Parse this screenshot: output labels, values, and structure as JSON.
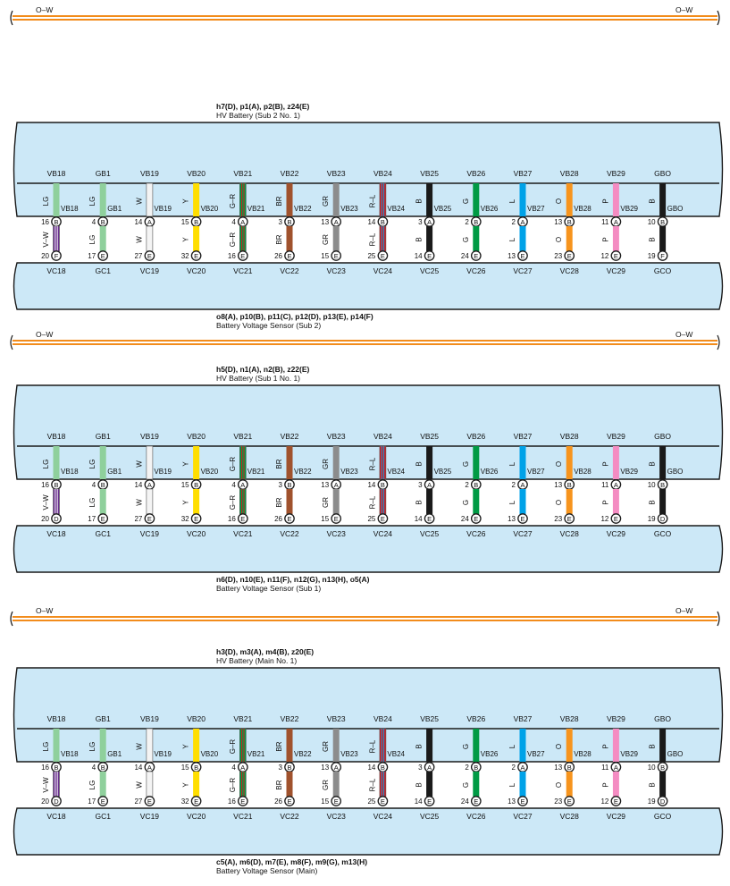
{
  "ow_label": "O–W",
  "colors": {
    "panel_fill": "#cce8f7",
    "outline": "#1a1a1a",
    "harness_orange": "#f28c1c",
    "LG": "#8fd09c",
    "W": "#f4f4f4",
    "Y": "#ffde00",
    "G": "#009a44",
    "R": "#d7191c",
    "BR": "#a0522d",
    "GR": "#8c8c8c",
    "L": "#00a2e8",
    "B": "#1a1a1a",
    "O": "#f7941d",
    "P": "#f48cc2",
    "V": "#6a2d91"
  },
  "blocks": [
    {
      "hv_refs": "h7(D), p1(A), p2(B), z24(E)",
      "hv_name": "HV Battery (Sub 2 No.  1)",
      "bvs_refs": "o8(A), p10(B), p11(C), p12(D), p13(E), p14(F)",
      "bvs_name": "Battery Voltage Sensor (Sub 2)",
      "wires": [
        {
          "vb": "VB18",
          "vb_in": "VB18",
          "pin_top": "16",
          "con_top": "B",
          "wire_top": "LG",
          "wire_bot": "V–W",
          "pin_bot": "20",
          "con_bot": "F",
          "vc": "VC18",
          "fill_top": "LG",
          "fill_bot": "V",
          "stripe_bot": "W"
        },
        {
          "vb": "GB1",
          "vb_in": "GB1",
          "pin_top": "4",
          "con_top": "B",
          "wire_top": "LG",
          "wire_bot": "LG",
          "pin_bot": "17",
          "con_bot": "E",
          "vc": "GC1",
          "fill_top": "LG",
          "fill_bot": "LG"
        },
        {
          "vb": "VB19",
          "vb_in": "VB19",
          "pin_top": "14",
          "con_top": "A",
          "wire_top": "W",
          "wire_bot": "W",
          "pin_bot": "27",
          "con_bot": "E",
          "vc": "VC19",
          "fill_top": "W",
          "fill_bot": "W"
        },
        {
          "vb": "VB20",
          "vb_in": "VB20",
          "pin_top": "15",
          "con_top": "B",
          "wire_top": "Y",
          "wire_bot": "Y",
          "pin_bot": "32",
          "con_bot": "E",
          "vc": "VC20",
          "fill_top": "Y",
          "fill_bot": "Y"
        },
        {
          "vb": "VB21",
          "vb_in": "VB21",
          "pin_top": "4",
          "con_top": "A",
          "wire_top": "G–R",
          "wire_bot": "G–R",
          "pin_bot": "16",
          "con_bot": "E",
          "vc": "VC21",
          "fill_top": "G",
          "stripe_top": "R",
          "fill_bot": "G",
          "stripe_bot": "R"
        },
        {
          "vb": "VB22",
          "vb_in": "VB22",
          "pin_top": "3",
          "con_top": "B",
          "wire_top": "BR",
          "wire_bot": "BR",
          "pin_bot": "26",
          "con_bot": "E",
          "vc": "VC22",
          "fill_top": "BR",
          "fill_bot": "BR"
        },
        {
          "vb": "VB23",
          "vb_in": "VB23",
          "pin_top": "13",
          "con_top": "A",
          "wire_top": "GR",
          "wire_bot": "GR",
          "pin_bot": "15",
          "con_bot": "E",
          "vc": "VC23",
          "fill_top": "GR",
          "fill_bot": "GR"
        },
        {
          "vb": "VB24",
          "vb_in": "VB24",
          "pin_top": "14",
          "con_top": "B",
          "wire_top": "R–L",
          "wire_bot": "R–L",
          "pin_bot": "25",
          "con_bot": "E",
          "vc": "VC24",
          "fill_top": "R",
          "stripe_top": "L",
          "fill_bot": "R",
          "stripe_bot": "L"
        },
        {
          "vb": "VB25",
          "vb_in": "VB25",
          "pin_top": "3",
          "con_top": "A",
          "wire_top": "B",
          "wire_bot": "B",
          "pin_bot": "14",
          "con_bot": "E",
          "vc": "VC25",
          "fill_top": "B",
          "fill_bot": "B"
        },
        {
          "vb": "VB26",
          "vb_in": "VB26",
          "pin_top": "2",
          "con_top": "B",
          "wire_top": "G",
          "wire_bot": "G",
          "pin_bot": "24",
          "con_bot": "E",
          "vc": "VC26",
          "fill_top": "G",
          "fill_bot": "G"
        },
        {
          "vb": "VB27",
          "vb_in": "VB27",
          "pin_top": "2",
          "con_top": "A",
          "wire_top": "L",
          "wire_bot": "L",
          "pin_bot": "13",
          "con_bot": "E",
          "vc": "VC27",
          "fill_top": "L",
          "fill_bot": "L"
        },
        {
          "vb": "VB28",
          "vb_in": "VB28",
          "pin_top": "13",
          "con_top": "B",
          "wire_top": "O",
          "wire_bot": "O",
          "pin_bot": "23",
          "con_bot": "E",
          "vc": "VC28",
          "fill_top": "O",
          "fill_bot": "O"
        },
        {
          "vb": "VB29",
          "vb_in": "VB29",
          "pin_top": "11",
          "con_top": "A",
          "wire_top": "P",
          "wire_bot": "P",
          "pin_bot": "12",
          "con_bot": "E",
          "vc": "VC29",
          "fill_top": "P",
          "fill_bot": "P"
        },
        {
          "vb": "GBO",
          "vb_in": "GBO",
          "pin_top": "10",
          "con_top": "B",
          "wire_top": "B",
          "wire_bot": "B",
          "pin_bot": "19",
          "con_bot": "F",
          "vc": "GCO",
          "fill_top": "B",
          "fill_bot": "B"
        }
      ]
    },
    {
      "hv_refs": "h5(D), n1(A), n2(B), z22(E)",
      "hv_name": "HV Battery (Sub 1 No.  1)",
      "bvs_refs": "n6(D), n10(E), n11(F), n12(G), n13(H), o5(A)",
      "bvs_name": "Battery Voltage Sensor (Sub 1)",
      "wires": [
        {
          "vb": "VB18",
          "vb_in": "VB18",
          "pin_top": "16",
          "con_top": "B",
          "wire_top": "LG",
          "wire_bot": "V–W",
          "pin_bot": "20",
          "con_bot": "D",
          "vc": "VC18",
          "fill_top": "LG",
          "fill_bot": "V",
          "stripe_bot": "W"
        },
        {
          "vb": "GB1",
          "vb_in": "GB1",
          "pin_top": "4",
          "con_top": "B",
          "wire_top": "LG",
          "wire_bot": "LG",
          "pin_bot": "17",
          "con_bot": "E",
          "vc": "GC1",
          "fill_top": "LG",
          "fill_bot": "LG"
        },
        {
          "vb": "VB19",
          "vb_in": "VB19",
          "pin_top": "14",
          "con_top": "A",
          "wire_top": "W",
          "wire_bot": "W",
          "pin_bot": "27",
          "con_bot": "E",
          "vc": "VC19",
          "fill_top": "W",
          "fill_bot": "W"
        },
        {
          "vb": "VB20",
          "vb_in": "VB20",
          "pin_top": "15",
          "con_top": "B",
          "wire_top": "Y",
          "wire_bot": "Y",
          "pin_bot": "32",
          "con_bot": "E",
          "vc": "VC20",
          "fill_top": "Y",
          "fill_bot": "Y"
        },
        {
          "vb": "VB21",
          "vb_in": "VB21",
          "pin_top": "4",
          "con_top": "A",
          "wire_top": "G–R",
          "wire_bot": "G–R",
          "pin_bot": "16",
          "con_bot": "E",
          "vc": "VC21",
          "fill_top": "G",
          "stripe_top": "R",
          "fill_bot": "G",
          "stripe_bot": "R"
        },
        {
          "vb": "VB22",
          "vb_in": "VB22",
          "pin_top": "3",
          "con_top": "B",
          "wire_top": "BR",
          "wire_bot": "BR",
          "pin_bot": "26",
          "con_bot": "E",
          "vc": "VC22",
          "fill_top": "BR",
          "fill_bot": "BR"
        },
        {
          "vb": "VB23",
          "vb_in": "VB23",
          "pin_top": "13",
          "con_top": "A",
          "wire_top": "GR",
          "wire_bot": "GR",
          "pin_bot": "15",
          "con_bot": "E",
          "vc": "VC23",
          "fill_top": "GR",
          "fill_bot": "GR"
        },
        {
          "vb": "VB24",
          "vb_in": "VB24",
          "pin_top": "14",
          "con_top": "B",
          "wire_top": "R–L",
          "wire_bot": "R–L",
          "pin_bot": "25",
          "con_bot": "E",
          "vc": "VC24",
          "fill_top": "R",
          "stripe_top": "L",
          "fill_bot": "R",
          "stripe_bot": "L"
        },
        {
          "vb": "VB25",
          "vb_in": "VB25",
          "pin_top": "3",
          "con_top": "A",
          "wire_top": "B",
          "wire_bot": "B",
          "pin_bot": "14",
          "con_bot": "E",
          "vc": "VC25",
          "fill_top": "B",
          "fill_bot": "B"
        },
        {
          "vb": "VB26",
          "vb_in": "VB26",
          "pin_top": "2",
          "con_top": "B",
          "wire_top": "G",
          "wire_bot": "G",
          "pin_bot": "24",
          "con_bot": "E",
          "vc": "VC26",
          "fill_top": "G",
          "fill_bot": "G"
        },
        {
          "vb": "VB27",
          "vb_in": "VB27",
          "pin_top": "2",
          "con_top": "A",
          "wire_top": "L",
          "wire_bot": "L",
          "pin_bot": "13",
          "con_bot": "E",
          "vc": "VC27",
          "fill_top": "L",
          "fill_bot": "L"
        },
        {
          "vb": "VB28",
          "vb_in": "VB28",
          "pin_top": "13",
          "con_top": "B",
          "wire_top": "O",
          "wire_bot": "O",
          "pin_bot": "23",
          "con_bot": "E",
          "vc": "VC28",
          "fill_top": "O",
          "fill_bot": "O"
        },
        {
          "vb": "VB29",
          "vb_in": "VB29",
          "pin_top": "11",
          "con_top": "A",
          "wire_top": "P",
          "wire_bot": "P",
          "pin_bot": "12",
          "con_bot": "E",
          "vc": "VC29",
          "fill_top": "P",
          "fill_bot": "P"
        },
        {
          "vb": "GBO",
          "vb_in": "GBO",
          "pin_top": "10",
          "con_top": "B",
          "wire_top": "B",
          "wire_bot": "B",
          "pin_bot": "19",
          "con_bot": "D",
          "vc": "GCO",
          "fill_top": "B",
          "fill_bot": "B"
        }
      ]
    },
    {
      "hv_refs": "h3(D), m3(A), m4(B), z20(E)",
      "hv_name": "HV Battery (Main No.  1)",
      "bvs_refs": "c5(A), m6(D), m7(E), m8(F), m9(G), m13(H)",
      "bvs_name": "Battery Voltage Sensor (Main)",
      "wires": [
        {
          "vb": "VB18",
          "vb_in": "VB18",
          "pin_top": "16",
          "con_top": "B",
          "wire_top": "LG",
          "wire_bot": "V–W",
          "pin_bot": "20",
          "con_bot": "D",
          "vc": "VC18",
          "fill_top": "LG",
          "fill_bot": "V",
          "stripe_bot": "W"
        },
        {
          "vb": "GB1",
          "vb_in": "GB1",
          "pin_top": "4",
          "con_top": "B",
          "wire_top": "LG",
          "wire_bot": "LG",
          "pin_bot": "17",
          "con_bot": "E",
          "vc": "GC1",
          "fill_top": "LG",
          "fill_bot": "LG"
        },
        {
          "vb": "VB19",
          "vb_in": "VB19",
          "pin_top": "14",
          "con_top": "A",
          "wire_top": "W",
          "wire_bot": "W",
          "pin_bot": "27",
          "con_bot": "E",
          "vc": "VC19",
          "fill_top": "W",
          "fill_bot": "W"
        },
        {
          "vb": "VB20",
          "vb_in": "VB20",
          "pin_top": "15",
          "con_top": "B",
          "wire_top": "Y",
          "wire_bot": "Y",
          "pin_bot": "32",
          "con_bot": "E",
          "vc": "VC20",
          "fill_top": "Y",
          "fill_bot": "Y"
        },
        {
          "vb": "VB21",
          "vb_in": "VB21",
          "pin_top": "4",
          "con_top": "A",
          "wire_top": "G–R",
          "wire_bot": "G–R",
          "pin_bot": "16",
          "con_bot": "E",
          "vc": "VC21",
          "fill_top": "G",
          "stripe_top": "R",
          "fill_bot": "G",
          "stripe_bot": "R"
        },
        {
          "vb": "VB22",
          "vb_in": "VB22",
          "pin_top": "3",
          "con_top": "B",
          "wire_top": "BR",
          "wire_bot": "BR",
          "pin_bot": "26",
          "con_bot": "E",
          "vc": "VC22",
          "fill_top": "BR",
          "fill_bot": "BR"
        },
        {
          "vb": "VB23",
          "vb_in": "VB23",
          "pin_top": "13",
          "con_top": "A",
          "wire_top": "GR",
          "wire_bot": "GR",
          "pin_bot": "15",
          "con_bot": "E",
          "vc": "VC23",
          "fill_top": "GR",
          "fill_bot": "GR"
        },
        {
          "vb": "VB24",
          "vb_in": "VB24",
          "pin_top": "14",
          "con_top": "B",
          "wire_top": "R–L",
          "wire_bot": "R–L",
          "pin_bot": "25",
          "con_bot": "E",
          "vc": "VC24",
          "fill_top": "R",
          "stripe_top": "L",
          "fill_bot": "R",
          "stripe_bot": "L"
        },
        {
          "vb": "VB25",
          "vb_in": "",
          "pin_top": "3",
          "con_top": "A",
          "wire_top": "B",
          "wire_bot": "B",
          "pin_bot": "14",
          "con_bot": "E",
          "vc": "VC25",
          "fill_top": "B",
          "fill_bot": "B"
        },
        {
          "vb": "VB26",
          "vb_in": "VB26",
          "pin_top": "2",
          "con_top": "B",
          "wire_top": "G",
          "wire_bot": "G",
          "pin_bot": "24",
          "con_bot": "E",
          "vc": "VC26",
          "fill_top": "G",
          "fill_bot": "G"
        },
        {
          "vb": "VB27",
          "vb_in": "VB27",
          "pin_top": "2",
          "con_top": "A",
          "wire_top": "L",
          "wire_bot": "L",
          "pin_bot": "13",
          "con_bot": "E",
          "vc": "VC27",
          "fill_top": "L",
          "fill_bot": "L"
        },
        {
          "vb": "VB28",
          "vb_in": "VB28",
          "pin_top": "13",
          "con_top": "B",
          "wire_top": "O",
          "wire_bot": "O",
          "pin_bot": "23",
          "con_bot": "E",
          "vc": "VC28",
          "fill_top": "O",
          "fill_bot": "O"
        },
        {
          "vb": "VB29",
          "vb_in": "VB29",
          "pin_top": "11",
          "con_top": "A",
          "wire_top": "P",
          "wire_bot": "P",
          "pin_bot": "12",
          "con_bot": "E",
          "vc": "VC29",
          "fill_top": "P",
          "fill_bot": "P"
        },
        {
          "vb": "GBO",
          "vb_in": "GBO",
          "pin_top": "10",
          "con_top": "B",
          "wire_top": "B",
          "wire_bot": "B",
          "pin_bot": "19",
          "con_bot": "D",
          "vc": "GCO",
          "fill_top": "B",
          "fill_bot": "B"
        }
      ]
    }
  ]
}
